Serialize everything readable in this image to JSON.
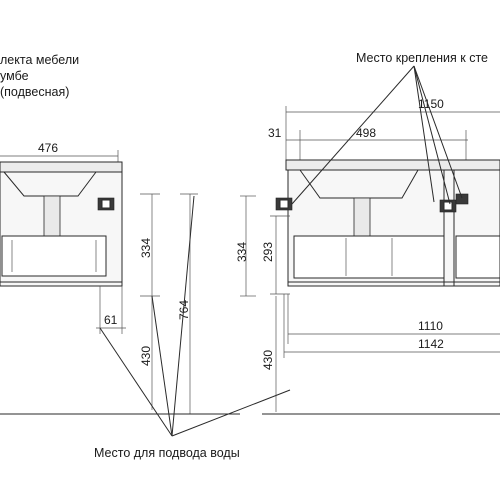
{
  "notes": {
    "top_left": [
      "лекта мебели",
      "умбе",
      "(подвесная)"
    ],
    "mounting": "Место крепления к сте",
    "water": "Место для подвода воды"
  },
  "dimensions": {
    "left_width": "476",
    "left_drawer_height": "334",
    "left_total_height": "764",
    "left_floor_gap": "430",
    "left_offset": "61",
    "right_drawer_height": "334",
    "right_inner_height": "293",
    "right_floor_gap": "430",
    "right_overall_width": "1150",
    "right_sink_width": "498",
    "right_offset": "31",
    "right_inner_width": "1110",
    "right_outer_width": "1142"
  }
}
